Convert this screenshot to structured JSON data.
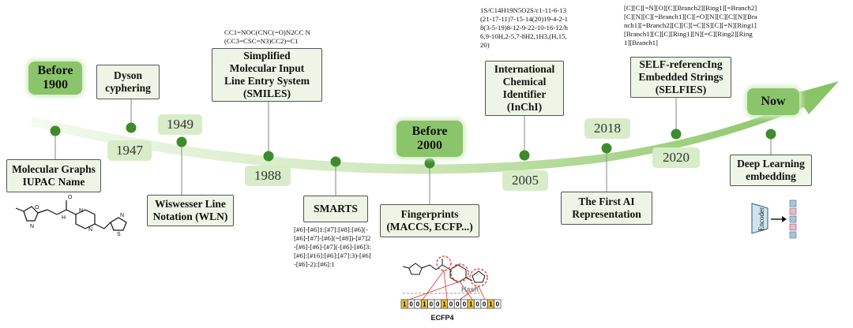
{
  "milestones": {
    "mol_graphs": {
      "line1": "Molecular Graphs",
      "line2": "IUPAC Name"
    },
    "dyson": {
      "line1": "Dyson",
      "line2": "cyphering"
    },
    "wln": {
      "line1": "Wiswesser Line",
      "line2": "Notation (WLN)"
    },
    "smiles": {
      "line1": "Simplified",
      "line2": "Molecular Input",
      "line3": "Line Entry System",
      "line4": "(SMILES)"
    },
    "smarts": {
      "line1": "SMARTS"
    },
    "fingerprints": {
      "line1": "Fingerprints",
      "line2": "(MACCS, ECFP...)"
    },
    "inchi": {
      "line1": "International",
      "line2": "Chemical",
      "line3": "Identifier",
      "line4": "(InChI)"
    },
    "first_ai": {
      "line1": "The First AI",
      "line2": "Representation"
    },
    "selfies": {
      "line1": "SELF-referencIng",
      "line2": "Embedded Strings",
      "line3": "(SELFIES)"
    },
    "deep_learning": {
      "line1": "Deep Learning",
      "line2": "embedding"
    }
  },
  "eras": {
    "before1900": {
      "line1": "Before",
      "line2": "1900"
    },
    "before2000": {
      "line1": "Before",
      "line2": "2000"
    },
    "now": {
      "line1": "Now"
    }
  },
  "years": {
    "y1947": "1947",
    "y1949": "1949",
    "y1988": "1988",
    "y2005": "2005",
    "y2018": "2018",
    "y2020": "2020"
  },
  "notes": {
    "smiles_string": "CC1=NOC(CNC(=O)N2CC N(CC3=CSC=N3)CC2)=C1",
    "inchi_string": "1S/C14H19N5O2S/c1-11-6-13(21-17-11)7-15-14(20)19-4-2-18(3-5-19)8-12-9-22-10-16-12/h6,9-10H,2-5,7-8H2,1H3,(H,15,20)",
    "selfies_string": "[C][C][=N][O][C][Branch2][Ring1][=Branch2][C][N][C][=Branch1][C][=O][N][C][C][N][Branch1][=Branch2][C][C][=C][S][C][=N][Ring1][Branch1][C][C][Ring1][N][=C][Ring2][Ring1][Branch1]",
    "smarts_string": "[#6]-[#6]1:[#7]:[#8]:[#6](-[#6]-[#7]-[#6](=[#8])-[#7]2-[#6]-[#6]-[#7](-[#6]-[#6]3:[#6]:[#16]:[#6]:[#7]:3)-[#6]-[#6]-2):[#6]:1"
  },
  "fingerprint": {
    "hash_label": "Hash",
    "bits": [
      "1",
      "0",
      "0",
      "1",
      "0",
      "0",
      "1",
      "0",
      "0",
      "0",
      "1",
      "0",
      "0",
      "1",
      "0"
    ],
    "caption": "ECFP4"
  },
  "encoder": {
    "label": "Encoder"
  },
  "colors": {
    "accent": "#8bc56b",
    "arrow": "#9ccf7c",
    "node": "#3f8a2c",
    "year_bg": "#d8ecc9",
    "bit_on": "#f2c230",
    "hash_red": "#e0342b"
  }
}
